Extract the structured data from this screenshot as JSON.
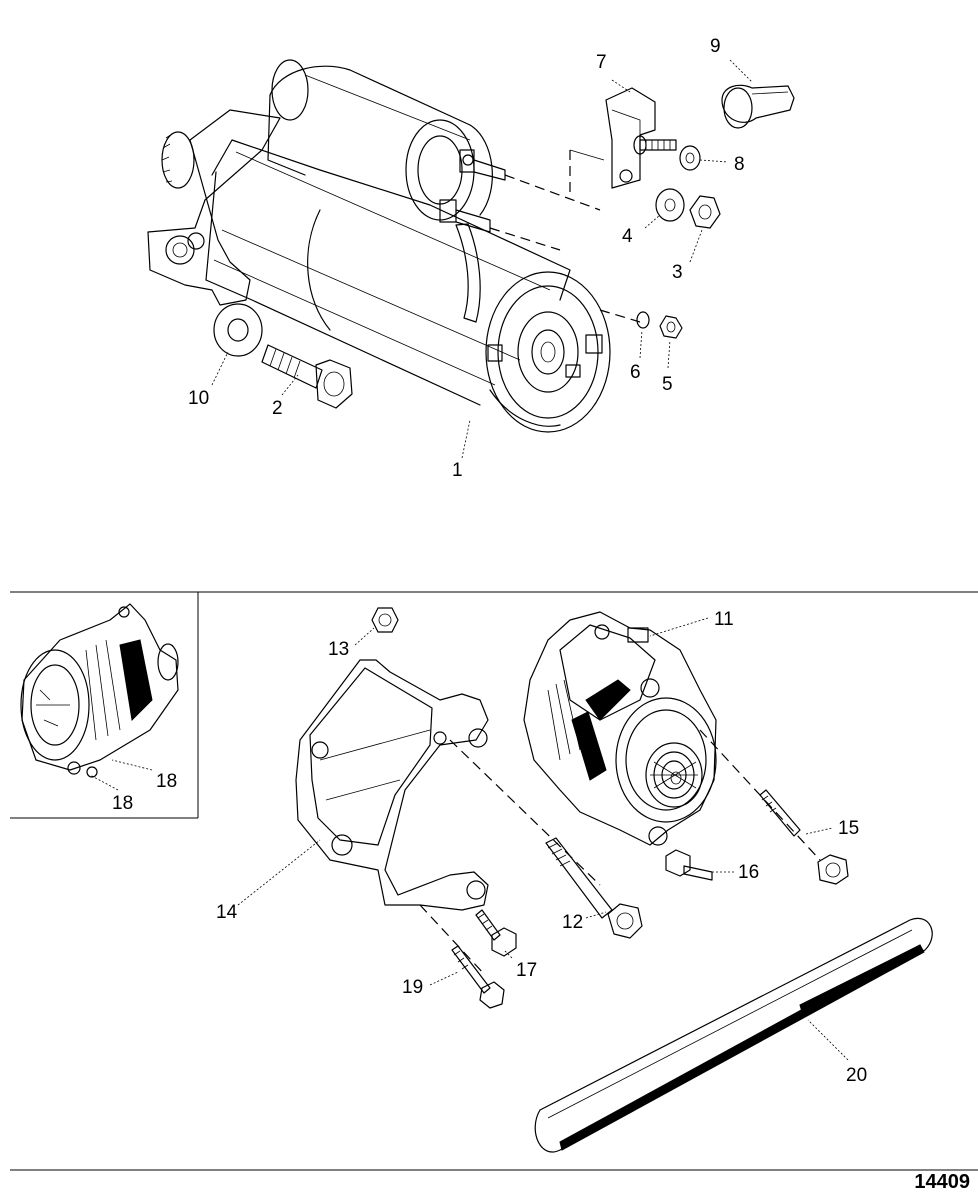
{
  "figure_number": "14409",
  "callouts": [
    {
      "id": "c1",
      "label": "1"
    },
    {
      "id": "c2",
      "label": "2"
    },
    {
      "id": "c3",
      "label": "3"
    },
    {
      "id": "c4",
      "label": "4"
    },
    {
      "id": "c5",
      "label": "5"
    },
    {
      "id": "c6",
      "label": "6"
    },
    {
      "id": "c7",
      "label": "7"
    },
    {
      "id": "c8",
      "label": "8"
    },
    {
      "id": "c9",
      "label": "9"
    },
    {
      "id": "c10",
      "label": "10"
    },
    {
      "id": "c11",
      "label": "11"
    },
    {
      "id": "c12",
      "label": "12"
    },
    {
      "id": "c13",
      "label": "13"
    },
    {
      "id": "c14",
      "label": "14"
    },
    {
      "id": "c15",
      "label": "15"
    },
    {
      "id": "c16",
      "label": "16"
    },
    {
      "id": "c17",
      "label": "17"
    },
    {
      "id": "c18a",
      "label": "18"
    },
    {
      "id": "c18b",
      "label": "18"
    },
    {
      "id": "c19",
      "label": "19"
    },
    {
      "id": "c20",
      "label": "20"
    }
  ]
}
